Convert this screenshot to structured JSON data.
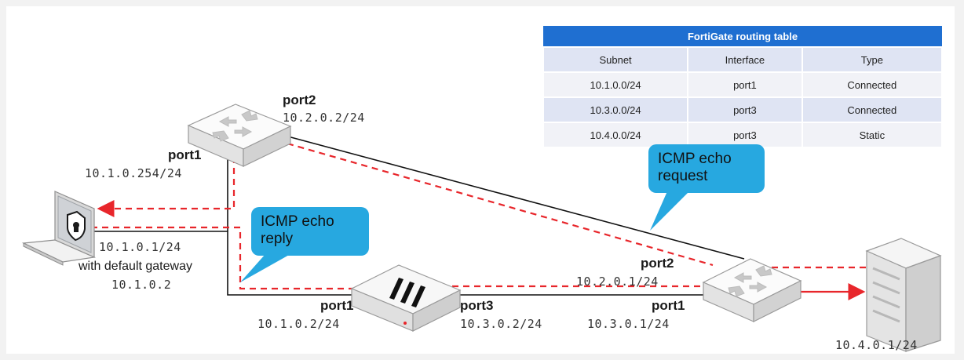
{
  "routing_table": {
    "title": "FortiGate routing table",
    "headers": [
      "Subnet",
      "Interface",
      "Type"
    ],
    "rows": [
      [
        "10.1.0.0/24",
        "port1",
        "Connected"
      ],
      [
        "10.3.0.0/24",
        "port3",
        "Connected"
      ],
      [
        "10.4.0.0/24",
        "port3",
        "Static"
      ]
    ]
  },
  "router_top": {
    "port2_label": "port2",
    "port2_ip": "10.2.0.2/24",
    "port1_label": "port1",
    "port1_ip": "10.1.0.254/24"
  },
  "laptop": {
    "ip": "10.1.0.1/24",
    "gateway_text": "with default gateway",
    "gateway_ip": "10.1.0.2"
  },
  "fortigate": {
    "port1_label": "port1",
    "port1_ip": "10.1.0.2/24",
    "port3_label": "port3",
    "port3_ip": "10.3.0.2/24"
  },
  "router_right": {
    "port2_label": "port2",
    "port2_ip": "10.2.0.1/24",
    "port1_label": "port1",
    "port1_ip": "10.3.0.1/24"
  },
  "server": {
    "ip": "10.4.0.1/24"
  },
  "callouts": {
    "request": "ICMP echo request",
    "reply": "ICMP echo reply"
  },
  "colors": {
    "flow_red": "#e8262b",
    "callout_blue": "#27a8e0",
    "table_header_blue": "#1f6fd1"
  },
  "icons": [
    "router-icon",
    "laptop-icon",
    "shield-icon",
    "fortigate-icon",
    "server-icon"
  ]
}
